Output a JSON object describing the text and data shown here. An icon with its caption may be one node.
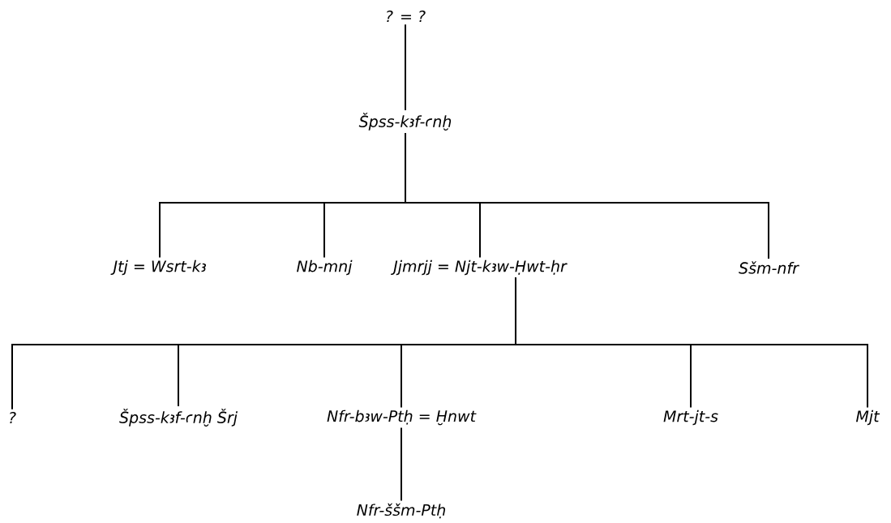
{
  "diagram": {
    "nodes": [
      {
        "text": [
          "? = ?"
        ]
      },
      {
        "text": [
          "Špss-kꜣf-ꜥnḫ"
        ]
      },
      {
        "text": [
          "Jtj = Wsrt-kꜣ"
        ]
      },
      {
        "text": [
          "Nb-mnj"
        ]
      },
      {
        "text": [
          "Jjmrjj = Njt-kꜣw-Ḥwt-ḥr"
        ]
      },
      {
        "text": [
          "Sšm-nfr"
        ]
      },
      {
        "text": [
          "?"
        ]
      },
      {
        "text": [
          "Špss-kꜣf-ꜥnḫ Šrj"
        ]
      },
      {
        "text": [
          "Nfr-bꜣw-Ptḥ = Ḫnwt"
        ]
      },
      {
        "text": [
          "Mrt-jt-s"
        ]
      },
      {
        "text": [
          "Mjt"
        ]
      },
      {
        "text": [
          "Nfr-ššm-Ptḥ"
        ]
      }
    ],
    "edges": [
      {
        "from": 0,
        "to": 1,
        "arrow": "none"
      },
      {
        "from": 1,
        "to": 2,
        "arrow": "none"
      },
      {
        "from": 1,
        "to": 3,
        "arrow": "none"
      },
      {
        "from": 1,
        "to": 4,
        "arrow": "none"
      },
      {
        "from": 1,
        "to": 5,
        "arrow": "none"
      },
      {
        "from": 4,
        "to": 6,
        "arrow": "none"
      },
      {
        "from": 4,
        "to": 7,
        "arrow": "none"
      },
      {
        "from": 4,
        "to": 8,
        "arrow": "none"
      },
      {
        "from": 4,
        "to": 9,
        "arrow": "none"
      },
      {
        "from": 4,
        "to": 10,
        "arrow": "none"
      },
      {
        "from": 8,
        "to": 11,
        "arrow": "none"
      }
    ]
  }
}
